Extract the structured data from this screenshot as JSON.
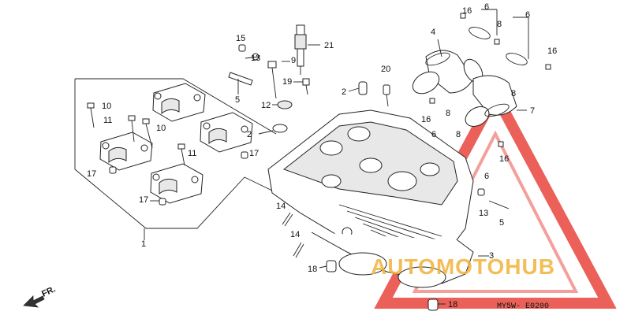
{
  "diagram": {
    "drawing_code": "MY5W- E0200",
    "direction_label": "FR.",
    "callouts": [
      {
        "id": "c1",
        "text": "1"
      },
      {
        "id": "c2a",
        "text": "2"
      },
      {
        "id": "c2b",
        "text": "2"
      },
      {
        "id": "c3",
        "text": "3"
      },
      {
        "id": "c4",
        "text": "4"
      },
      {
        "id": "c5a",
        "text": "5"
      },
      {
        "id": "c5b",
        "text": "5"
      },
      {
        "id": "c6a",
        "text": "6"
      },
      {
        "id": "c6b",
        "text": "6"
      },
      {
        "id": "c6c",
        "text": "6"
      },
      {
        "id": "c6d",
        "text": "6"
      },
      {
        "id": "c7",
        "text": "7"
      },
      {
        "id": "c8a",
        "text": "8"
      },
      {
        "id": "c8b",
        "text": "8"
      },
      {
        "id": "c8c",
        "text": "8"
      },
      {
        "id": "c8d",
        "text": "8"
      },
      {
        "id": "c9",
        "text": "9"
      },
      {
        "id": "c10a",
        "text": "10"
      },
      {
        "id": "c10b",
        "text": "10"
      },
      {
        "id": "c11a",
        "text": "11"
      },
      {
        "id": "c11b",
        "text": "11"
      },
      {
        "id": "c12",
        "text": "12"
      },
      {
        "id": "c13a",
        "text": "13"
      },
      {
        "id": "c13b",
        "text": "13"
      },
      {
        "id": "c14a",
        "text": "14"
      },
      {
        "id": "c14b",
        "text": "14"
      },
      {
        "id": "c15",
        "text": "15"
      },
      {
        "id": "c16a",
        "text": "16"
      },
      {
        "id": "c16b",
        "text": "16"
      },
      {
        "id": "c16c",
        "text": "16"
      },
      {
        "id": "c16d",
        "text": "16"
      },
      {
        "id": "c17a",
        "text": "17"
      },
      {
        "id": "c17b",
        "text": "17"
      },
      {
        "id": "c17c",
        "text": "17"
      },
      {
        "id": "c18a",
        "text": "18"
      },
      {
        "id": "c18b",
        "text": "18"
      },
      {
        "id": "c19",
        "text": "19"
      },
      {
        "id": "c20",
        "text": "20"
      },
      {
        "id": "c21",
        "text": "21"
      }
    ]
  },
  "watermark": {
    "text": "AUTOMOTOHUB",
    "color_primary": "#e8453c",
    "color_secondary": "#f2b23a",
    "color_dark": "#3b3b3b"
  }
}
